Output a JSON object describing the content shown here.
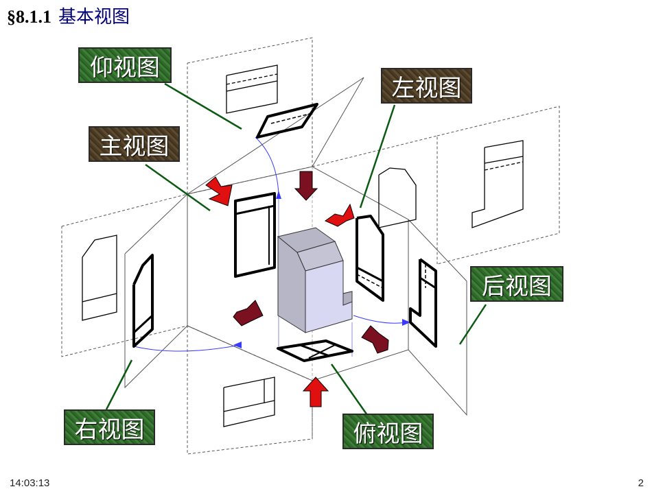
{
  "title": {
    "number": "§8.1.1",
    "text": "基本视图"
  },
  "labels": {
    "bottom_view": "仰视图",
    "front_view": "主视图",
    "left_view": "左视图",
    "back_view": "后视图",
    "right_view": "右视图",
    "top_view": "俯视图"
  },
  "footer": {
    "time": "14:03:13",
    "page": "2"
  },
  "colors": {
    "leader": "#0a5a12",
    "projection_arc": "#3a3aff",
    "arrow_red": "#e01010",
    "arrow_dark": "#7a1020",
    "block_face": "#d8d8f2",
    "block_shade": "#b6b6c6"
  }
}
